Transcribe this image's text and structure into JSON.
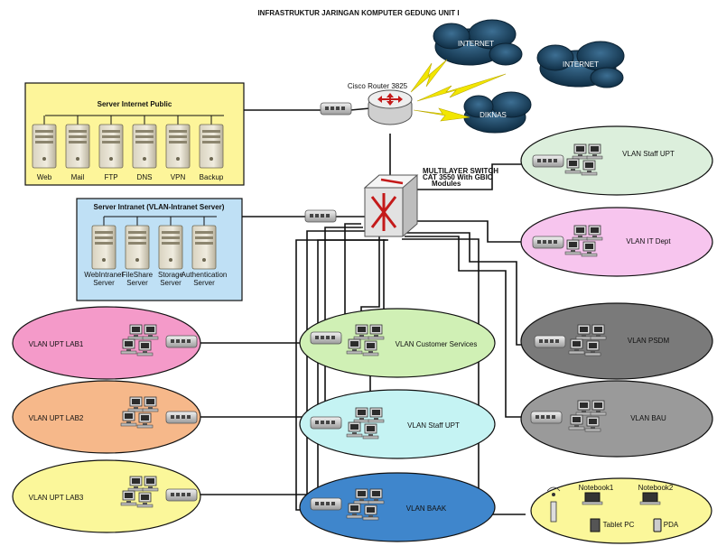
{
  "title": "INFRASTRUKTUR JARINGAN KOMPUTER GEDUNG UNIT I",
  "clouds": [
    "INTERNET",
    "INTERNET",
    "DIKNAS"
  ],
  "router": {
    "label": "Cisco Router 3825"
  },
  "core_switch": {
    "label": [
      "MULTILAYER SWITCH",
      "CAT 3550 With GBIC",
      "Modules"
    ]
  },
  "server_public": {
    "title": "Server Internet Public",
    "servers": [
      "Web",
      "Mail",
      "FTP",
      "DNS",
      "VPN",
      "Backup"
    ]
  },
  "server_intranet": {
    "title": "Server Intranet (VLAN-Intranet Server)",
    "servers": [
      [
        "WebIntranet",
        "Server"
      ],
      [
        "FileShare",
        "Server"
      ],
      [
        "Storage",
        "Server"
      ],
      [
        "Authentication",
        "Server"
      ]
    ]
  },
  "vlans": {
    "staff_upt_right": "VLAN Staff UPT",
    "it_dept": "VLAN IT Dept",
    "psdm": "VLAN PSDM",
    "bau": "VLAN BAU",
    "lab1": "VLAN UPT LAB1",
    "lab2": "VLAN UPT LAB2",
    "lab3": "VLAN UPT LAB3",
    "customer_services": "VLAN Customer Services",
    "staff_upt_mid": "VLAN Staff UPT",
    "baak": "VLAN BAAK"
  },
  "wireless": [
    "Notebook1",
    "Notebook2",
    "Tablet PC",
    "PDA"
  ],
  "colors": {
    "public_box": "#fdf59a",
    "intranet_box": "#bfe0f5",
    "lab1": "#f49ac9",
    "lab2": "#f6b88a",
    "lab3": "#fbf79a",
    "customer_services": "#d0f0b5",
    "staff_upt_mid": "#c5f3f3",
    "baak": "#3f86cc",
    "staff_upt_right": "#dcefdc",
    "it_dept": "#f7c5ee",
    "psdm": "#7a7a7a",
    "bau": "#9a9a9a",
    "wireless": "#fbf79a",
    "cloud": "#1f4e6e",
    "lightning": "#f2e600"
  }
}
